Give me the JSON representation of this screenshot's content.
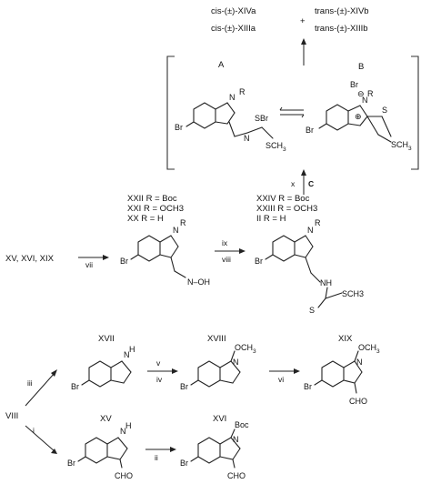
{
  "title_products": {
    "left_line1": "cis-(±)-XIVa",
    "left_line2": "cis-(±)-XIIIa",
    "plus": "+",
    "right_line1": "trans-(±)-XIVb",
    "right_line2": "trans-(±)-XIIIb"
  },
  "bracket": {
    "label_A": "A",
    "label_B": "B",
    "atom_R": "R",
    "atom_N": "N",
    "atom_Br": "Br",
    "atom_SBr": "SBr",
    "atom_SCH3": "SCH",
    "sub_3": "3",
    "atom_S": "S",
    "anion": "Br",
    "minus": "⊖",
    "plus_charge": "⊕"
  },
  "step_c": {
    "numeral": "x",
    "letter": "C"
  },
  "middle": {
    "left_series": [
      "XXII  R = Boc",
      "XXI   R = OCH3",
      "XX    R = H"
    ],
    "right_series": [
      "XXIV  R = Boc",
      "XXIII  R = OCH3",
      "II       R = H"
    ],
    "start_compounds": "XV, XVI, XIX",
    "arrow_vii": "vii",
    "arrow_viii": "viii",
    "arrow_ix": "ix",
    "oxime_group": "N–OH",
    "thio_group": "SCH3",
    "nh_group": "NH"
  },
  "bottom": {
    "start": "VIII",
    "arrow_iii": "iii",
    "arrow_i": "i",
    "arrow_iv": "iv",
    "arrow_v": "v",
    "arrow_vi": "vi",
    "arrow_ii": "ii",
    "XVII": "XVII",
    "XVIII": "XVIII",
    "XIX": "XIX",
    "XV": "XV",
    "XVI": "XVI",
    "OCH3": "OCH",
    "Boc": "Boc",
    "CHO": "CHO",
    "NH": "H"
  }
}
